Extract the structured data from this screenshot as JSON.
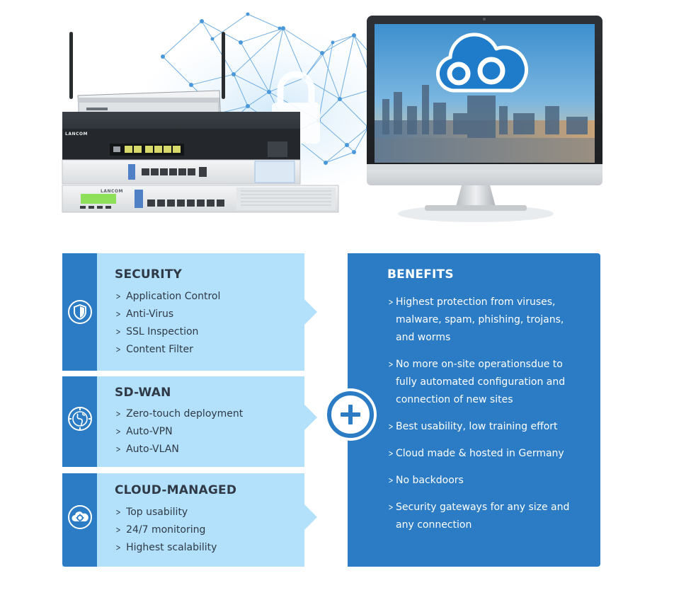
{
  "colors": {
    "stripe_blue": "#2b7cc4",
    "panel_light_blue": "#b3e0fb",
    "text_dark": "#2f3a46",
    "text_white": "#ffffff"
  },
  "hero": {
    "router_brand": "LANCOM",
    "icons": [
      "network-mesh",
      "padlock-icon",
      "cloud-logo-icon",
      "monitor"
    ]
  },
  "panels": [
    {
      "title": "SECURITY",
      "icon": "shield-icon",
      "items": [
        "Application Control",
        "Anti-Virus",
        "SSL Inspection",
        "Content Filter"
      ]
    },
    {
      "title": "SD-WAN",
      "icon": "globe-icon",
      "items": [
        "Zero-touch deployment",
        "Auto-VPN",
        "Auto-VLAN"
      ]
    },
    {
      "title": "CLOUD-MANAGED",
      "icon": "cloud-gear-icon",
      "items": [
        "Top usability",
        "24/7 monitoring",
        "Highest scalability"
      ]
    }
  ],
  "benefits": {
    "title": "BENEFITS",
    "items": [
      "Highest protection from viruses, malware, spam, phishing, trojans, and worms",
      "No more on-site operationsdue to fully automated configuration and connection of new sites",
      "Best usability, low training effort",
      "Cloud made & hosted in Germany",
      "No backdoors",
      "Security gateways for any size and any connection"
    ]
  },
  "plus_icon": "plus-icon"
}
